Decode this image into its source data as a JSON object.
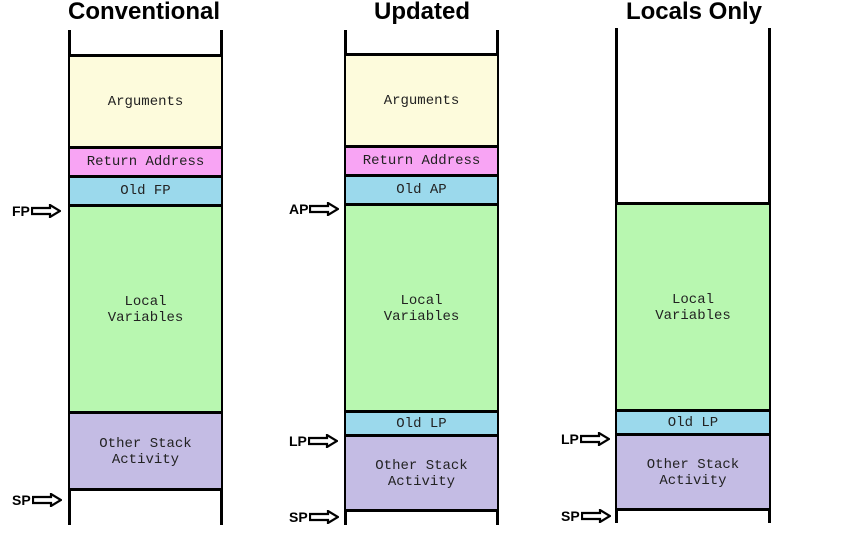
{
  "columns": [
    {
      "title": "Conventional",
      "blocks": [
        {
          "label": "Arguments",
          "color": "#fdfbdc"
        },
        {
          "label": "Return Address",
          "color": "#f8a4f4"
        },
        {
          "label": "Old FP",
          "color": "#9bd9ec"
        },
        {
          "label": "Local\nVariables",
          "color": "#b8f7b0"
        },
        {
          "label": "Other Stack\nActivity",
          "color": "#c4bce4"
        }
      ],
      "pointers": [
        "FP",
        "SP"
      ]
    },
    {
      "title": "Updated",
      "blocks": [
        {
          "label": "Arguments",
          "color": "#fdfbdc"
        },
        {
          "label": "Return Address",
          "color": "#f8a4f4"
        },
        {
          "label": "Old AP",
          "color": "#9bd9ec"
        },
        {
          "label": "Local\nVariables",
          "color": "#b8f7b0"
        },
        {
          "label": "Old LP",
          "color": "#9bd9ec"
        },
        {
          "label": "Other Stack\nActivity",
          "color": "#c4bce4"
        }
      ],
      "pointers": [
        "AP",
        "LP",
        "SP"
      ]
    },
    {
      "title": "Locals Only",
      "blocks": [
        {
          "label": "Local\nVariables",
          "color": "#b8f7b0"
        },
        {
          "label": "Old LP",
          "color": "#9bd9ec"
        },
        {
          "label": "Other Stack\nActivity",
          "color": "#c4bce4"
        }
      ],
      "pointers": [
        "LP",
        "SP"
      ]
    }
  ]
}
